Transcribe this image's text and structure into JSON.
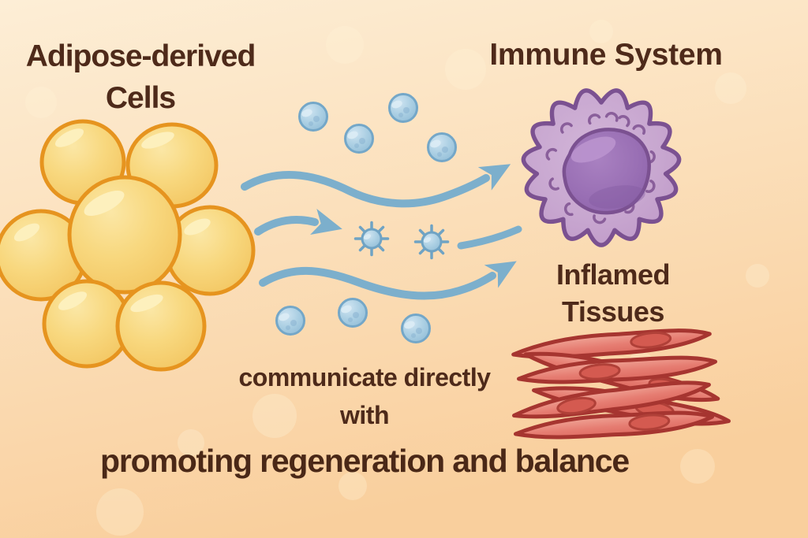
{
  "labels": {
    "adipose_line1": "Adipose-derived",
    "adipose_line2": "Cells",
    "immune": "Immune System",
    "inflamed_line1": "Inflamed",
    "inflamed_line2": "Tissues",
    "communicate_line1": "communicate directly",
    "communicate_line2": "with",
    "caption": "promoting regeneration and balance"
  },
  "colors": {
    "background_top": "#fdeed6",
    "background_bottom": "#f9cf9d",
    "text_brown": "#4e2a1a",
    "adipose_fill": "#f7d378",
    "adipose_outline": "#e6941f",
    "adipose_highlight": "#fdf0bd",
    "vesicle_fill": "#abcfe3",
    "vesicle_outline": "#74a7c8",
    "arrow_blue": "#7cafcc",
    "immune_body": "#c8a7d0",
    "immune_outline": "#7b5191",
    "immune_nucleus": "#9a70b5",
    "tissue_fill": "#e67d72",
    "tissue_outline": "#a63530",
    "tissue_nucleus": "#d45a50"
  },
  "icons": {
    "adipose-cell-cluster-icon": "cluster of seven glossy yellow adipose cells",
    "vesicle-icon": "small blue secreted vesicle sphere",
    "cytokine-particle-icon": "blue spiked signaling particle",
    "flow-arrow-icon": "wavy blue flow arrow",
    "immune-cell-icon": "purple scalloped immune cell with nucleus",
    "inflamed-tissue-icon": "woven red spindle-shaped tissue fibers"
  }
}
